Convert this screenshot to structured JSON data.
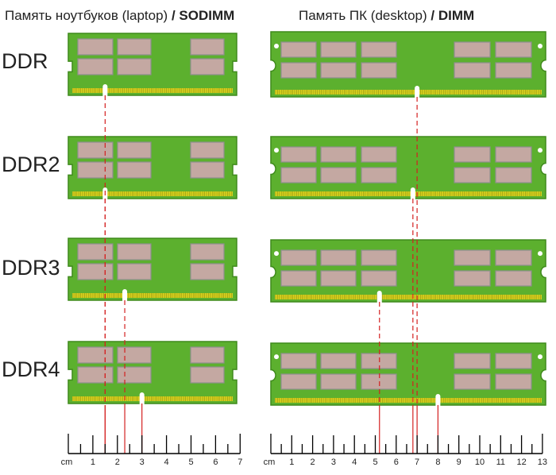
{
  "headers": {
    "laptop_text": "Память ноутбуков (laptop)",
    "laptop_bold": "/ SODIMM",
    "desktop_text": "Память ПК (desktop)",
    "desktop_bold": "/ DIMM"
  },
  "generations": [
    "DDR",
    "DDR2",
    "DDR3",
    "DDR4"
  ],
  "laptop_ruler": {
    "unit": "cm",
    "labels": [
      "1",
      "2",
      "3",
      "4",
      "5",
      "6",
      "7"
    ]
  },
  "desktop_ruler": {
    "unit": "cm",
    "labels": [
      "1",
      "2",
      "3",
      "4",
      "5",
      "6",
      "7",
      "8",
      "9",
      "10",
      "11",
      "12",
      "13"
    ]
  },
  "colors": {
    "pcb": "#5cb02e",
    "pcb_border": "#3f8a1c",
    "chip": "#c4a8a2",
    "chip_border": "#8f8f8f",
    "pins": "#d9d31e",
    "key_line": "#d42020",
    "ruler": "#000000"
  },
  "notch_positions_cm": {
    "laptop": {
      "DDR": 1.5,
      "DDR2": 1.5,
      "DDR3": 2.3,
      "DDR4": 3.0
    },
    "desktop": {
      "DDR": 7.0,
      "DDR2": 6.8,
      "DDR3": 5.2,
      "DDR4": 8.0
    }
  }
}
